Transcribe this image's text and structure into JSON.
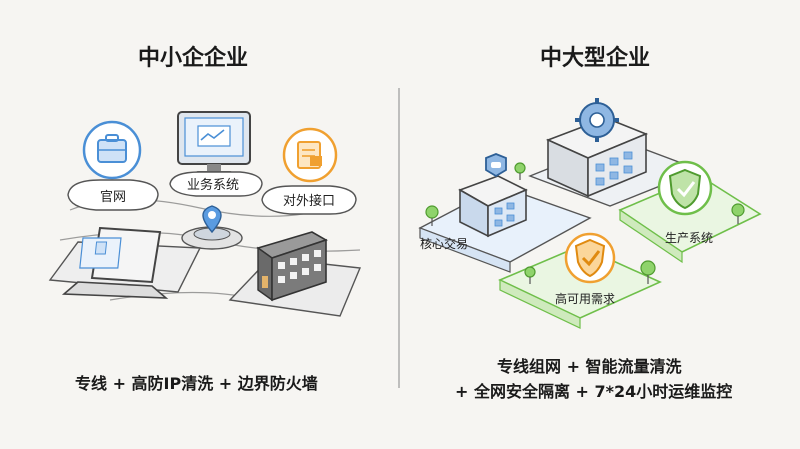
{
  "left": {
    "title": "中小企企业",
    "labels": {
      "website": "官网",
      "business": "业务系统",
      "api": "对外接口"
    },
    "caption": "专线 + 高防IP清洗 + 边界防火墙"
  },
  "right": {
    "title": "中大型企业",
    "labels": {
      "core": "核心交易",
      "production": "生产系统",
      "availability": "高可用需求"
    },
    "caption_line1": "专线组网 + 智能流量清洗",
    "caption_line2": "+ 全网安全隔离 + 7*24小时运维监控"
  },
  "colors": {
    "blue": "#4a8fd6",
    "orange": "#f0a030",
    "green": "#6fbf4a",
    "gray": "#555555"
  }
}
